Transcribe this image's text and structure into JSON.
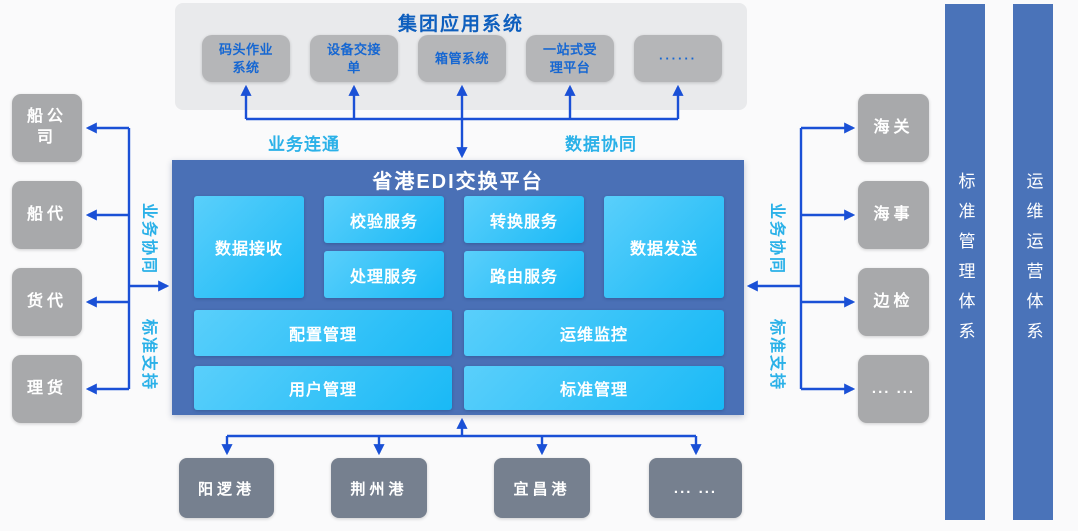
{
  "colors": {
    "arrow_blue": "#1A50D6",
    "cyan_label": "#2BB1E8",
    "platform_bg": "#4A70B6",
    "pillar_bg": "#4A73B9",
    "service_gradient_start": "#5ACFFB",
    "service_gradient_end": "#19B9F6",
    "top_panel_bg": "#E9EAEC",
    "top_node_bg": "#B5B6B8",
    "top_node_text": "#1667D2",
    "top_title_text": "#0E5FBE",
    "side_node_bg": "#A8A9AB",
    "port_node_bg": "#76808F"
  },
  "top_panel": {
    "title": "集团应用系统",
    "systems": [
      "码头作业系统",
      "设备交接单",
      "箱管系统",
      "一站式受理平台",
      "······"
    ]
  },
  "flow_labels": {
    "left": "业务连通",
    "right": "数据协同"
  },
  "platform": {
    "title": "省港EDI交换平台",
    "receive": "数据接收",
    "send": "数据发送",
    "services": [
      "校验服务",
      "处理服务",
      "转换服务",
      "路由服务"
    ],
    "management": [
      "配置管理",
      "运维监控",
      "用户管理",
      "标准管理"
    ]
  },
  "left_partners": [
    "船公司",
    "船代",
    "货代",
    "理货"
  ],
  "right_agencies": [
    "海关",
    "海事",
    "边检",
    "... ..."
  ],
  "ports": [
    "阳逻港",
    "荆州港",
    "宜昌港",
    "... ..."
  ],
  "side_flow_labels": {
    "left_top": "业务协同",
    "left_bottom": "标准支持",
    "right_top": "业务协同",
    "right_bottom": "标准支持"
  },
  "pillars": [
    "标准管理体系",
    "运维运营体系"
  ]
}
